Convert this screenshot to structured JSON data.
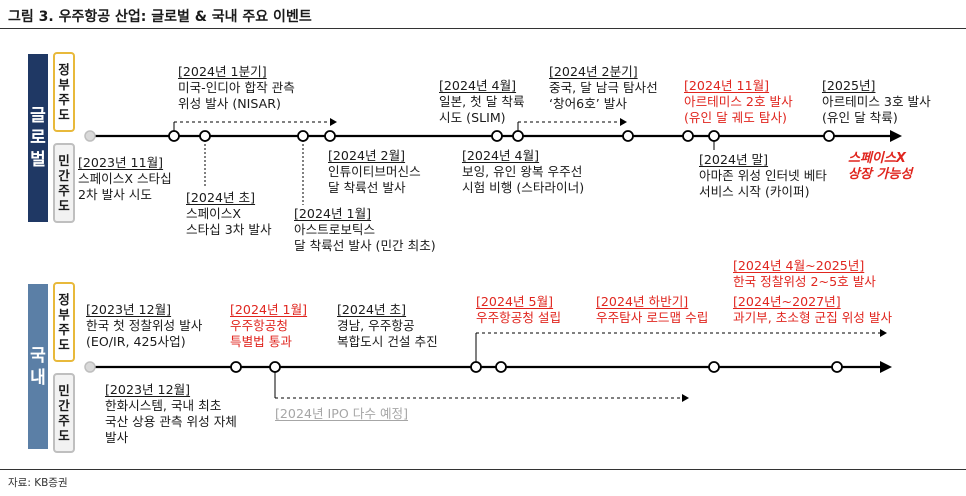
{
  "title": "그림 3. 우주항공 산업: 글로벌 & 국내 주요 이벤트",
  "source": "자료: KB증권",
  "global": {
    "band_label": "글로벌",
    "band_color": "#1f3864",
    "gov_tag": "정부주도",
    "private_tag": "민간주도",
    "events": [
      {
        "date": "[2024년 1분기]",
        "lines": [
          "미국-인디아 합작 관측",
          "위성 발사 (NISAR)"
        ]
      },
      {
        "date": "[2024년 4월]",
        "lines": [
          "일본, 첫 달 착륙",
          "시도 (SLIM)"
        ]
      },
      {
        "date": "[2024년 2분기]",
        "lines": [
          "중국, 달 남극 탐사선",
          "‘창어6호’ 발사"
        ]
      },
      {
        "date": "[2024년 11월]",
        "lines": [
          "아르테미스 2호 발사",
          "(유인 달 궤도 탐사)"
        ],
        "highlight": true
      },
      {
        "date": "[2025년]",
        "lines": [
          "아르테미스 3호 발사",
          "(유인 달 착륙)"
        ]
      },
      {
        "date": "[2023년 11월]",
        "lines": [
          "스페이스X 스타십",
          "2차 발사 시도"
        ]
      },
      {
        "date": "[2024년 초]",
        "lines": [
          "스페이스X",
          "스타십 3차 발사"
        ]
      },
      {
        "date": "[2024년 1월]",
        "lines": [
          "아스트로보틱스",
          "달 착륙선 발사 (민간 최초)"
        ]
      },
      {
        "date": "[2024년 2월]",
        "lines": [
          "인튜이티브머신스",
          "달 착륙선 발사"
        ]
      },
      {
        "date": "[2024년 4월]",
        "lines": [
          "보잉, 유인 왕복 우주선",
          "시험 비행 (스타라이너)"
        ]
      },
      {
        "date": "[2024년 말]",
        "lines": [
          "아마존 위성 인터넷 베타",
          "서비스 시작 (카이퍼)"
        ]
      }
    ],
    "note": [
      "스페이스X",
      "상장 가능성"
    ]
  },
  "domestic": {
    "band_label": "국내",
    "band_color": "#5b7fa6",
    "gov_tag": "정부주도",
    "private_tag": "민간주도",
    "events": [
      {
        "date": "[2023년 12월]",
        "lines": [
          "한국 첫 정찰위성 발사",
          "(EO/IR, 425사업)"
        ]
      },
      {
        "date": "[2024년 1월]",
        "lines": [
          "우주항공청",
          "특별법 통과"
        ],
        "highlight": true
      },
      {
        "date": "[2024년 초]",
        "lines": [
          "경남, 우주항공",
          "복합도시 건설 추진"
        ]
      },
      {
        "date": "[2024년 5월]",
        "lines": [
          "우주항공청 설립"
        ],
        "highlight": true
      },
      {
        "date": "[2024년 하반기]",
        "lines": [
          "우주탐사 로드맵 수립"
        ],
        "highlight": true
      },
      {
        "date": "[2024년 4월~2025년]",
        "lines": [
          "한국 정찰위성 2~5호 발사"
        ],
        "highlight": true
      },
      {
        "date": "[2024년~2027년]",
        "lines": [
          "과기부, 초소형 군집 위성 발사"
        ],
        "highlight": true
      },
      {
        "date": "[2023년 12월]",
        "lines": [
          "한화시스템, 국내 최초",
          "국산 상용 관측 위성 자체",
          "발사"
        ]
      },
      {
        "date": "[2024년 IPO 다수 예정]",
        "lines": []
      }
    ]
  }
}
